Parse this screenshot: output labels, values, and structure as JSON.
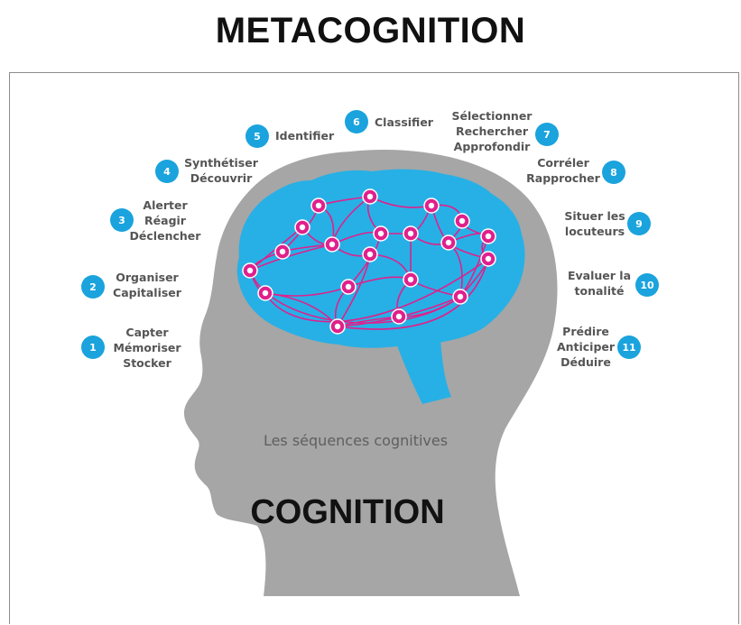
{
  "title": "METACOGNITION",
  "subtitle": "Les séquences cognitives",
  "bottom_label": "COGNITION",
  "colors": {
    "head": "#a6a6a6",
    "brain": "#27b0e6",
    "badge": "#1aa3dd",
    "network": "#e0208c"
  },
  "steps": [
    {
      "num": "1",
      "lines": [
        "Capter",
        "Mémoriser",
        "Stocker"
      ]
    },
    {
      "num": "2",
      "lines": [
        "Organiser",
        "Capitaliser"
      ]
    },
    {
      "num": "3",
      "lines": [
        "Alerter",
        "Réagir",
        "Déclencher"
      ]
    },
    {
      "num": "4",
      "lines": [
        "Synthétiser",
        "Découvrir"
      ]
    },
    {
      "num": "5",
      "lines": [
        "Identifier"
      ]
    },
    {
      "num": "6",
      "lines": [
        "Classifier"
      ]
    },
    {
      "num": "7",
      "lines": [
        "Sélectionner",
        "Rechercher",
        "Approfondir"
      ]
    },
    {
      "num": "8",
      "lines": [
        "Corréler",
        "Rapprocher"
      ]
    },
    {
      "num": "9",
      "lines": [
        "Situer les",
        "locuteurs"
      ]
    },
    {
      "num": "10",
      "lines": [
        "Evaluer la",
        "tonalité"
      ]
    },
    {
      "num": "11",
      "lines": [
        "Prédire",
        "Anticiper",
        "Déduire"
      ]
    }
  ]
}
